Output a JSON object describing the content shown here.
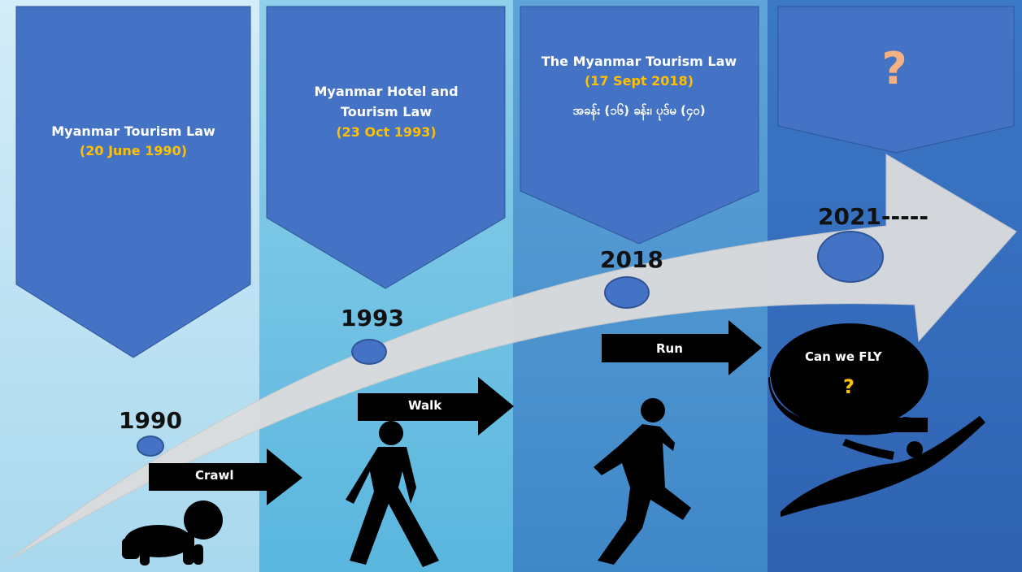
{
  "stages": [
    {
      "law": "Myanmar Tourism Law",
      "date": "(20 June 1990)",
      "year": "1990",
      "action": "Crawl"
    },
    {
      "law": "Myanmar Hotel and Tourism Law",
      "date": "(23 Oct 1993)",
      "year": "1993",
      "action": "Walk"
    },
    {
      "law": "The Myanmar Tourism Law",
      "date": "(17 Sept 2018)",
      "extra": "အခန်း (၁၆) ခန်း၊ ပုဒ်မ (၄၀)",
      "year": "2018",
      "action": "Run"
    },
    {
      "law": "",
      "mark": "?",
      "year": "2021-----",
      "bubble_text": "Can we FLY",
      "bubble_mark": "?"
    }
  ],
  "colors": {
    "col1": "#b9dff0",
    "col2": "#6fc0e0",
    "col3": "#4f97cf",
    "col4": "#3a72c0",
    "banner": "#4472c4",
    "date": "#ffc000",
    "question": "#f4b183"
  }
}
